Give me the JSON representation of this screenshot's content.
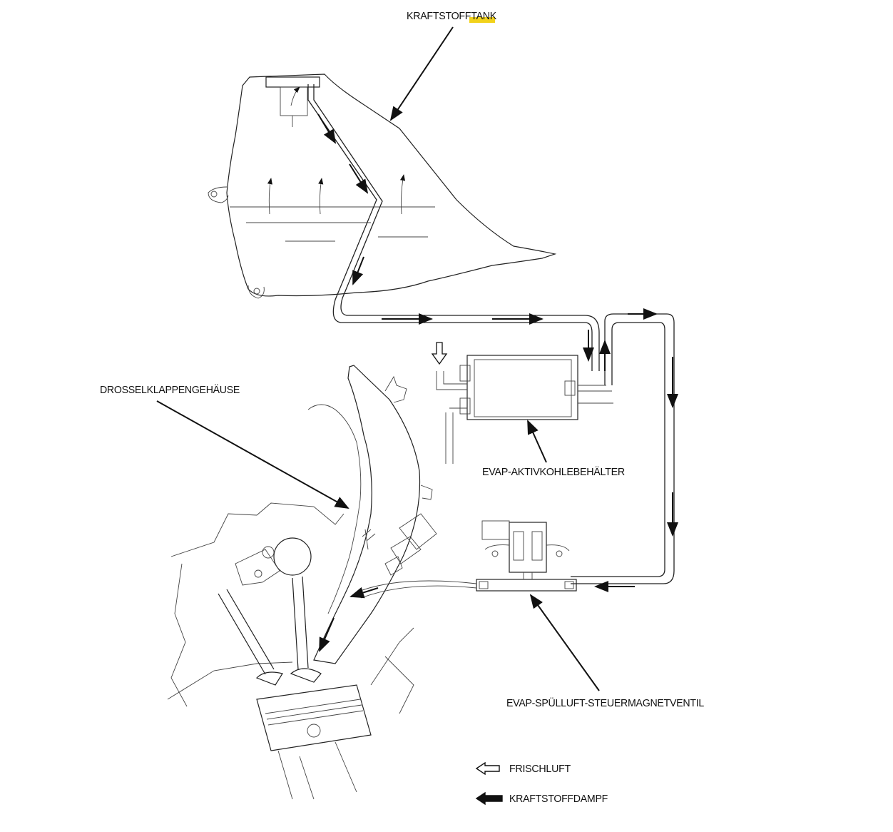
{
  "labels": {
    "fuel_tank": "KRAFTSTOFFTANK",
    "throttle_body": "DROSSELKLAPPENGEHÄUSE",
    "canister": "EVAP-AKTIVKOHLEBEHÄLTER",
    "purge_valve": "EVAP-SPÜLLUFT-STEUERMAGNETVENTIL"
  },
  "legend": {
    "fresh_air": "FRISCHLUFT",
    "fuel_vapor": "KRAFTSTOFFDAMPF"
  },
  "colors": {
    "highlight": "#f2d21b",
    "line": "#222222"
  }
}
